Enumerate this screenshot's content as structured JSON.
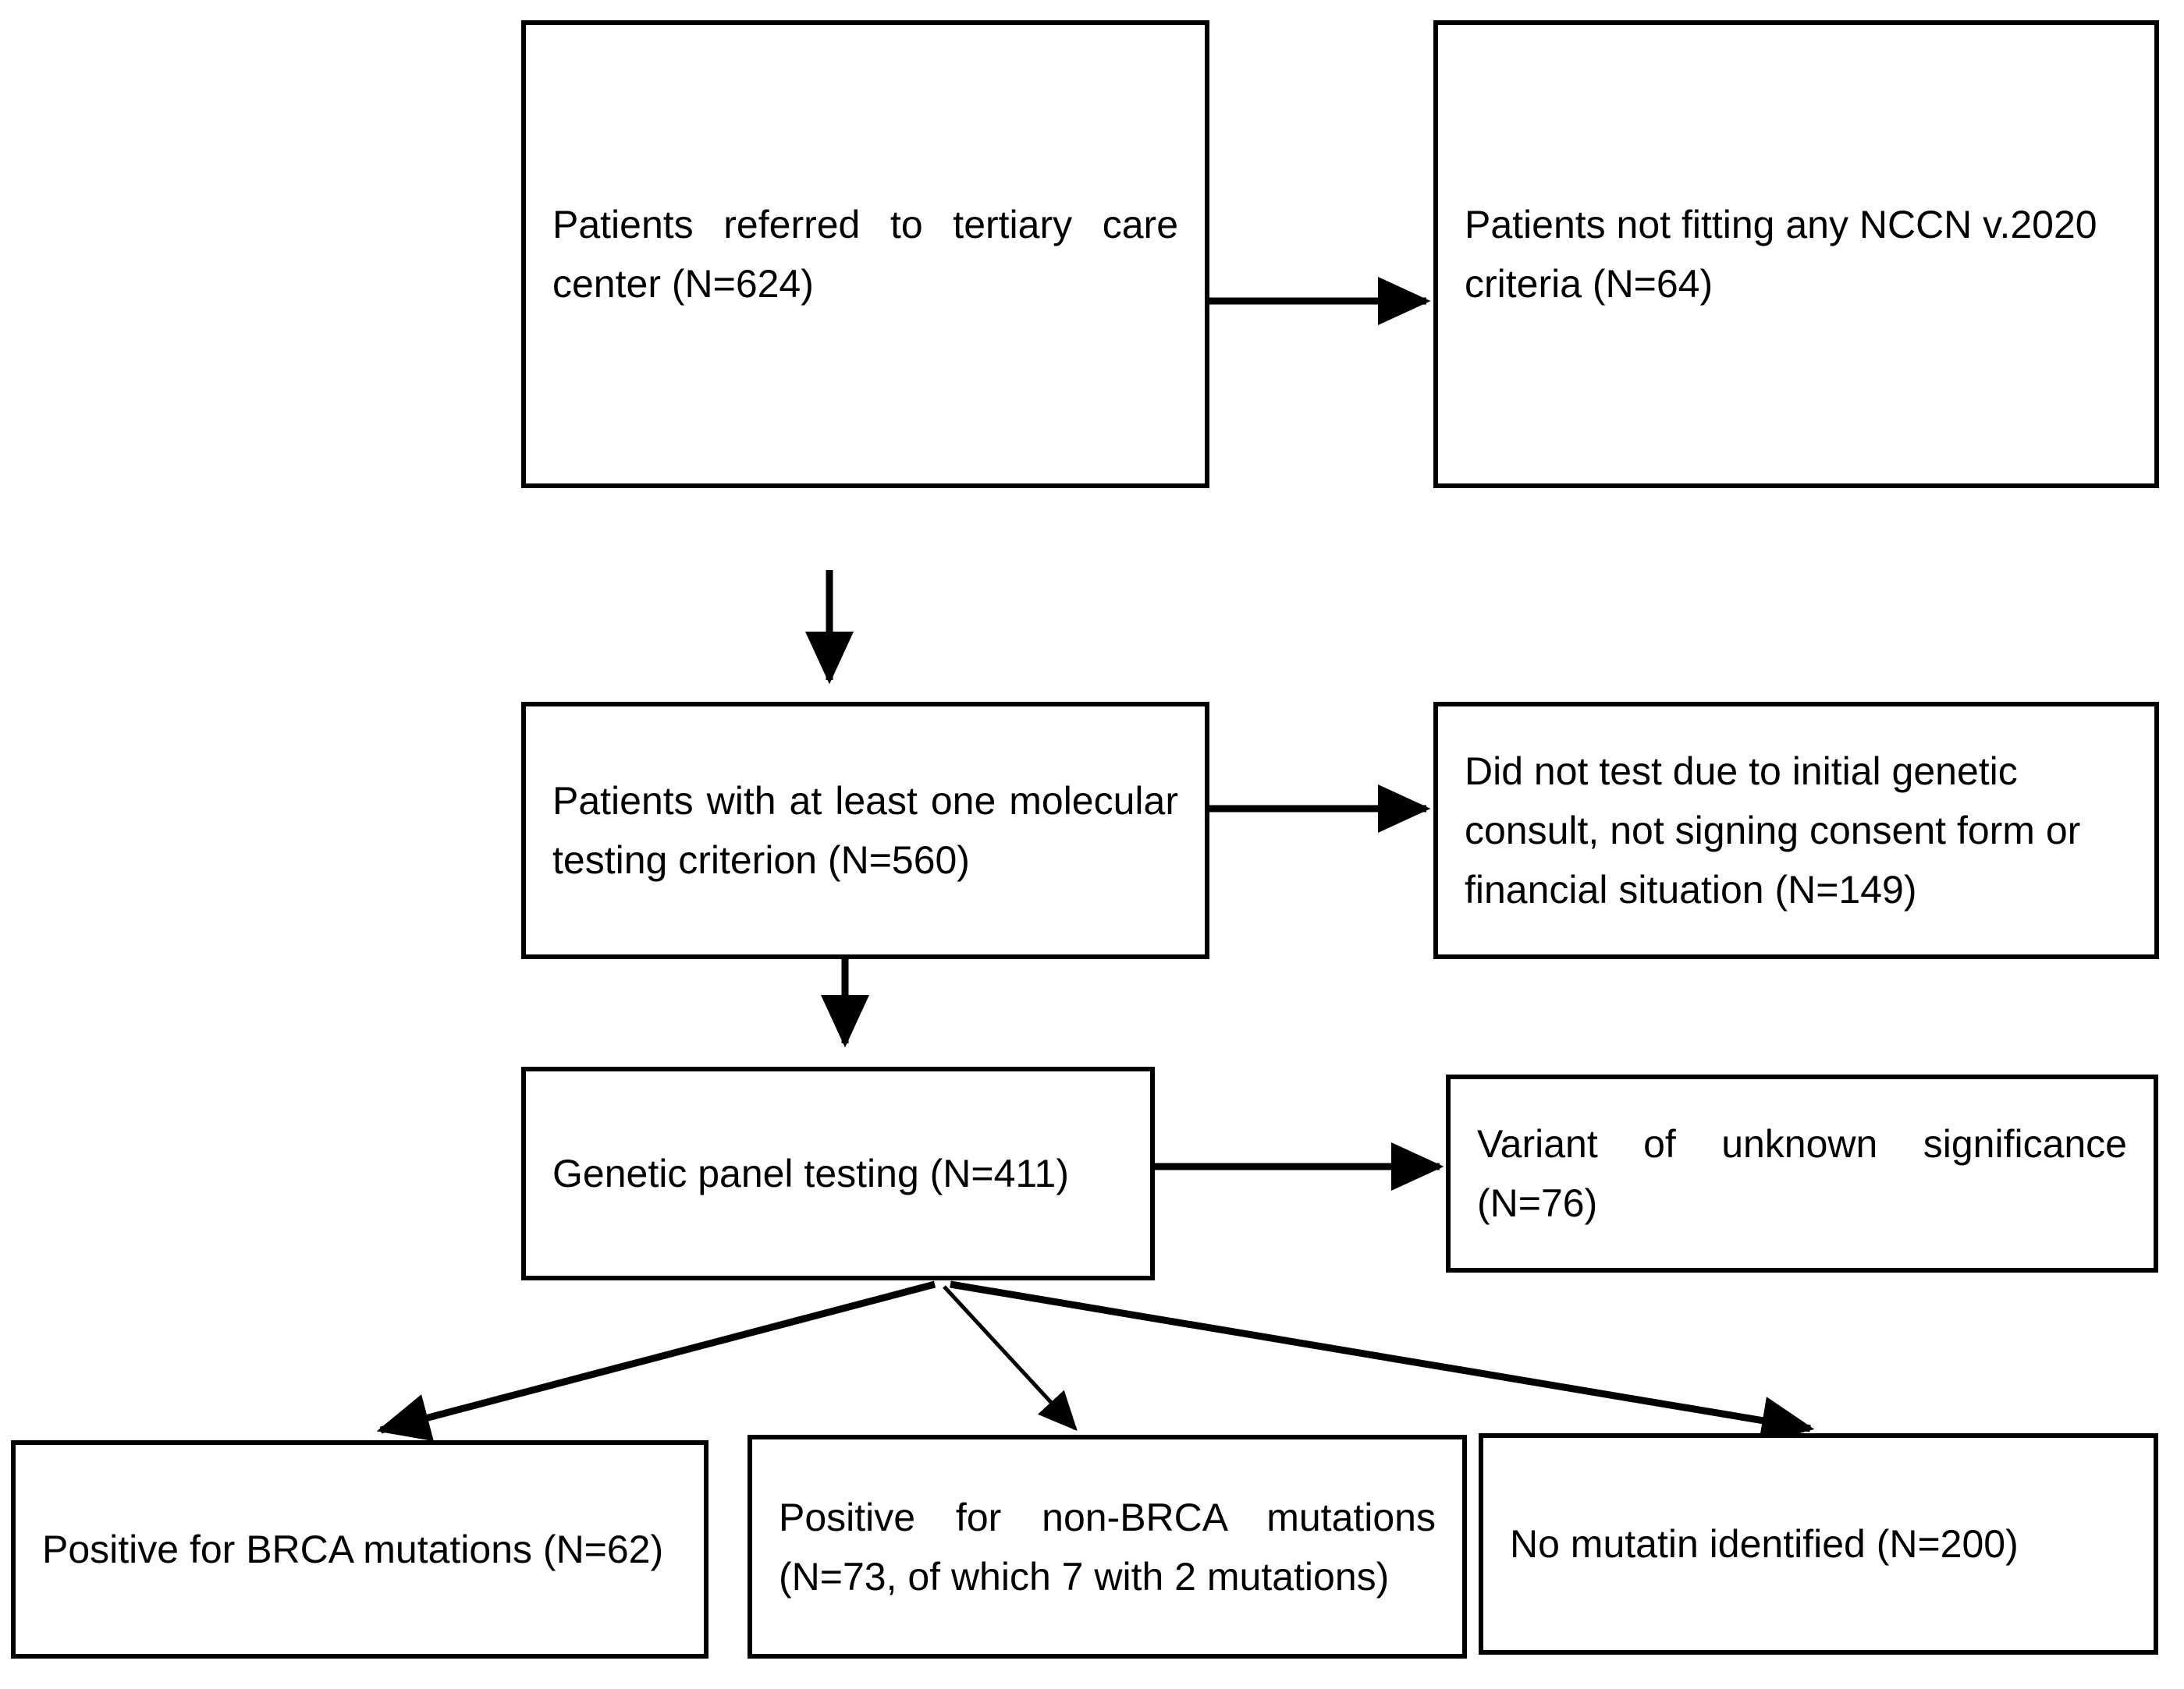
{
  "diagram": {
    "title": "Patient genetic testing flow diagram",
    "type": "flowchart",
    "stroke_color": "#000000",
    "background_color": "#ffffff",
    "nodes": [
      {
        "id": "referred",
        "label": "Patients referred to tertiary care center (N=624)",
        "count": 624,
        "align": "justify"
      },
      {
        "id": "no_criteria",
        "label": "Patients not fitting any NCCN v.2020 criteria (N=64)",
        "count": 64,
        "align": "left"
      },
      {
        "id": "criterion",
        "label": "Patients with at least one molecular testing criterion (N=560)",
        "count": 560,
        "align": "justify"
      },
      {
        "id": "did_not_test",
        "label": "Did not test due to initial genetic consult, not signing consent form or financial situation (N=149)",
        "count": 149,
        "align": "left"
      },
      {
        "id": "panel_testing",
        "label": "Genetic panel testing (N=411)",
        "count": 411,
        "align": "left"
      },
      {
        "id": "vus",
        "label": "Variant of unknown significance (N=76)",
        "count": 76,
        "align": "justify"
      },
      {
        "id": "brca",
        "label": "Positive for BRCA mutations (N=62)",
        "count": 62,
        "align": "justify"
      },
      {
        "id": "non_brca",
        "label": "Positive for non-BRCA mutations (N=73, of which 7 with 2 mutations)",
        "count": 73,
        "align": "justify"
      },
      {
        "id": "no_mutation",
        "label": "No mutatin identified (N=200)",
        "count": 200,
        "align": "left"
      }
    ],
    "edges": [
      {
        "from": "referred",
        "to": "no_criteria",
        "direction": "right"
      },
      {
        "from": "referred",
        "to": "criterion",
        "direction": "down"
      },
      {
        "from": "criterion",
        "to": "did_not_test",
        "direction": "right"
      },
      {
        "from": "criterion",
        "to": "panel_testing",
        "direction": "down"
      },
      {
        "from": "panel_testing",
        "to": "vus",
        "direction": "right"
      },
      {
        "from": "panel_testing",
        "to": "brca",
        "direction": "down-left"
      },
      {
        "from": "panel_testing",
        "to": "non_brca",
        "direction": "down"
      },
      {
        "from": "panel_testing",
        "to": "no_mutation",
        "direction": "down-right"
      }
    ]
  }
}
